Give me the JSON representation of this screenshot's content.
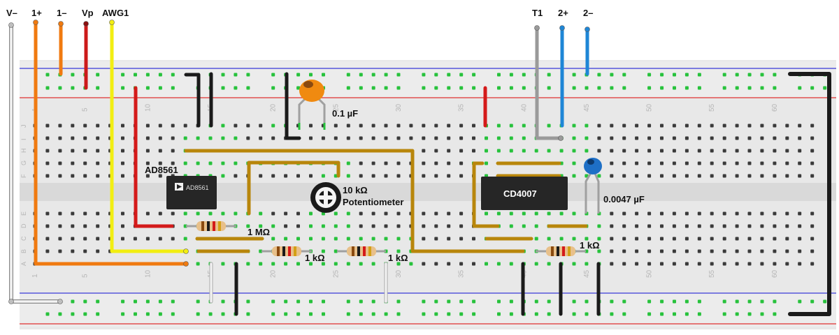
{
  "probe_labels": {
    "v_minus": "V–",
    "one_plus": "1+",
    "one_minus": "1–",
    "vp": "Vp",
    "awg1": "AWG1",
    "t1": "T1",
    "two_plus": "2+",
    "two_minus": "2–"
  },
  "components": {
    "ic_ad8561_label": "AD8561",
    "ic_ad8561_marking": "AD8561",
    "ic_cd4007_label": "CD4007",
    "cap_ceramic_label": "0.1 µF",
    "cap_small_label": "0.0047 µF",
    "pot_label_line1": "10 kΩ",
    "pot_label_line2": "Potentiometer",
    "res_1m_label": "1 MΩ",
    "res_1k_a_label": "1 kΩ",
    "res_1k_b_label": "1 kΩ",
    "res_1k_c_label": "1 kΩ"
  },
  "breadboard": {
    "column_numbers": [
      "1",
      "5",
      "10",
      "15",
      "20",
      "25",
      "30",
      "35",
      "40",
      "45",
      "50",
      "55",
      "60"
    ],
    "row_letters_top": [
      "J",
      "I",
      "H",
      "G",
      "F"
    ],
    "row_letters_bottom": [
      "E",
      "D",
      "C",
      "B",
      "A"
    ]
  },
  "colors": {
    "wire_white": "#f2f2f2",
    "wire_orange": "#f07a10",
    "wire_red": "#d41a1a",
    "wire_yellow": "#f2ee12",
    "wire_black": "#1a1a1a",
    "wire_gray": "#9a9a9a",
    "wire_blue": "#1e86d6",
    "wire_brown": "#b8860b",
    "rail_blue": "#3a3ad8",
    "rail_red": "#e03030",
    "hole_green": "#27c23c",
    "hole_dark": "#3a3a3a"
  }
}
